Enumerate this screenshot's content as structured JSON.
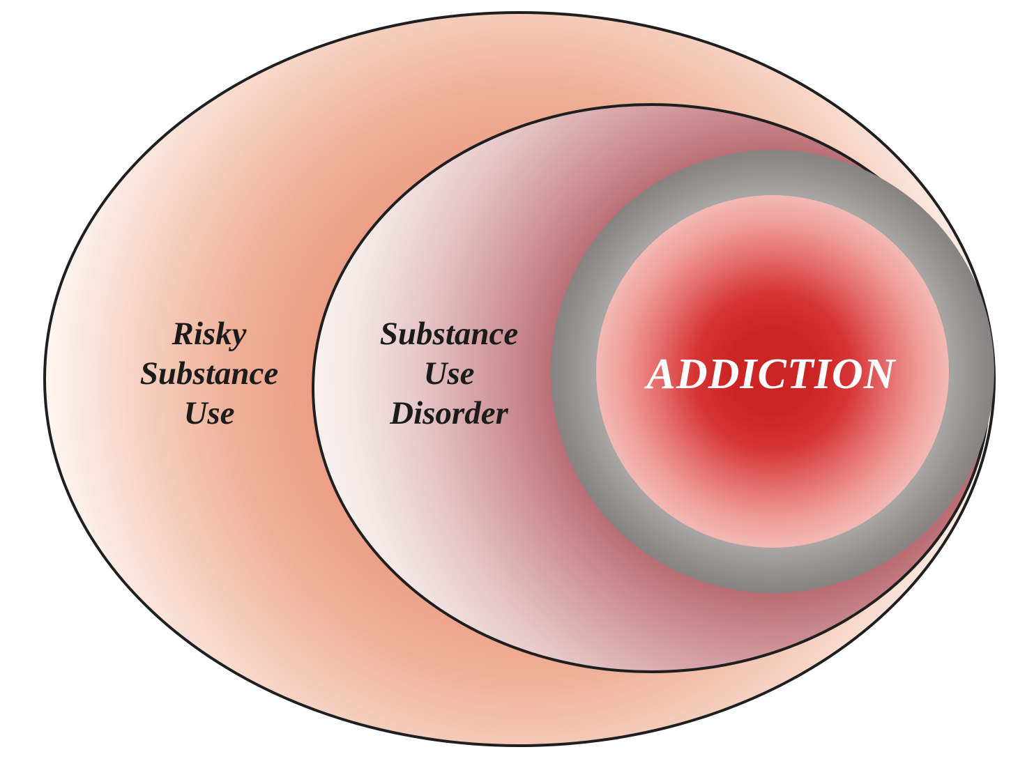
{
  "diagram": {
    "type": "nested-euler-diagram",
    "rings": {
      "outer": {
        "label_lines": [
          "Risky",
          "Substance",
          "Use"
        ]
      },
      "middle": {
        "label_lines": [
          "Substance",
          "Use",
          "Disorder"
        ]
      },
      "core": {
        "label": "ADDICTION"
      }
    }
  },
  "colors": {
    "outline": "#1f1f1f",
    "outer_salmon_deep": "#e9997f",
    "outer_salmon": "#efaf97",
    "outer_salmon_light": "#f6d2c3",
    "outer_white": "#ffffff",
    "middle_rose_deep": "#b96d73",
    "middle_rose": "#cf959b",
    "middle_rose_light": "#e6c6c8",
    "middle_white": "#faf6f5",
    "ring_gray_outer": "#868282",
    "ring_gray": "#938f8f",
    "ring_gray_inner": "#a8a4a4",
    "core_red_center": "#cb2424",
    "core_red": "#d63434",
    "core_red_mid": "#e57070",
    "core_pink_edge": "#f2b9b4",
    "label_black": "#1b1b1b",
    "label_white": "#ffffff"
  }
}
